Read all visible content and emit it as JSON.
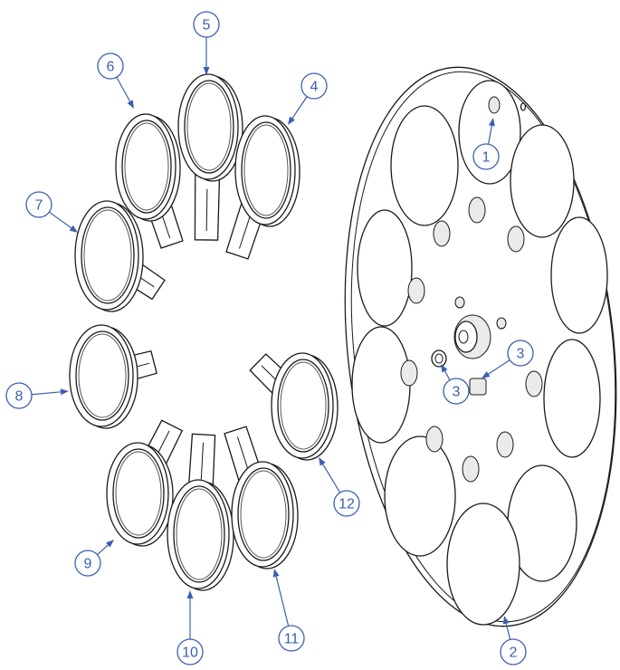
{
  "callouts": [
    {
      "id": "c1",
      "label": "1"
    },
    {
      "id": "c2",
      "label": "2"
    },
    {
      "id": "c3a",
      "label": "3"
    },
    {
      "id": "c3b",
      "label": "3"
    },
    {
      "id": "c4",
      "label": "4"
    },
    {
      "id": "c5",
      "label": "5"
    },
    {
      "id": "c6",
      "label": "6"
    },
    {
      "id": "c7",
      "label": "7"
    },
    {
      "id": "c8",
      "label": "8"
    },
    {
      "id": "c9",
      "label": "9"
    },
    {
      "id": "c10",
      "label": "10"
    },
    {
      "id": "c11",
      "label": "11"
    },
    {
      "id": "c12",
      "label": "12"
    }
  ],
  "colors": {
    "callout": "#3b5fb0",
    "line": "#1a1a1a"
  }
}
